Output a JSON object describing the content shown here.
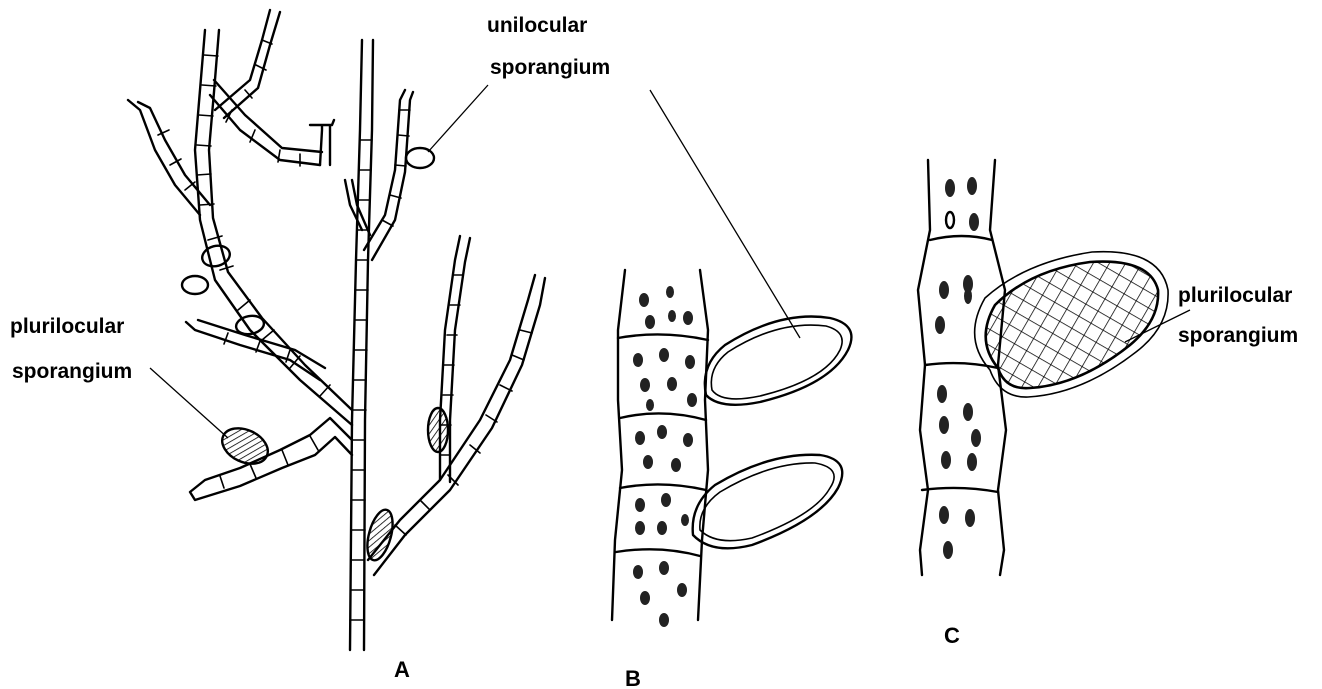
{
  "labels": {
    "unilocular": [
      "unilocular",
      "sporangium"
    ],
    "plurilocular_a": [
      "plurilocular",
      "sporangium"
    ],
    "plurilocular_c": [
      "plurilocular",
      "sporangium"
    ]
  },
  "panels": {
    "a": "A",
    "b": "B",
    "c": "C"
  },
  "colors": {
    "ink": "#000000",
    "background": "#ffffff"
  }
}
